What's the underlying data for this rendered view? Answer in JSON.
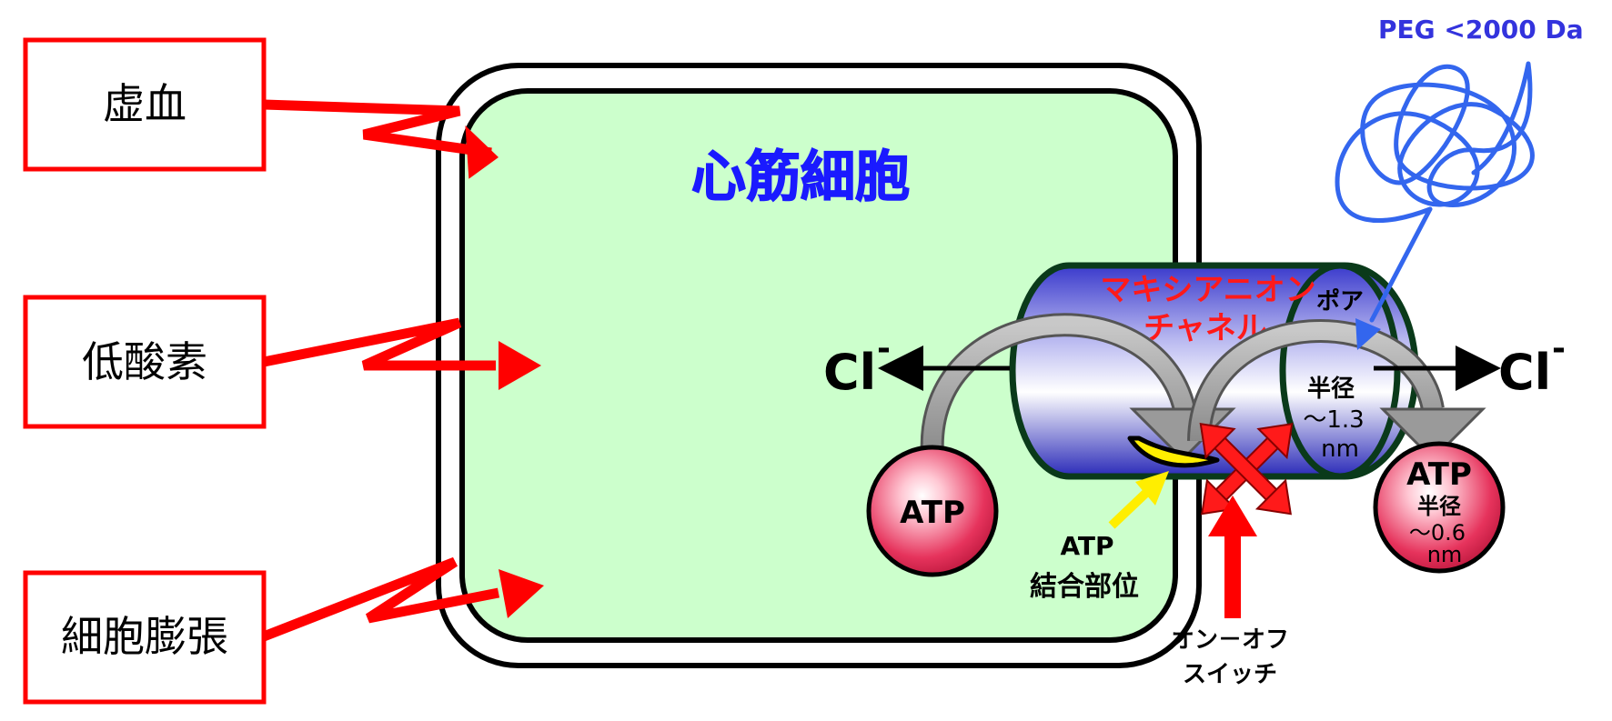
{
  "stimuli": [
    {
      "label": "虚血"
    },
    {
      "label": "低酸素"
    },
    {
      "label": "細胞膨張"
    }
  ],
  "cell": {
    "title": "心筋細胞"
  },
  "channel": {
    "name_line1": "マキシアニオン",
    "name_line2": "チャネル",
    "pore_label": "ポア",
    "pore_radius_label": "半径",
    "pore_radius_value": "～1.3",
    "pore_radius_unit": "nm"
  },
  "ion_left": {
    "symbol": "Cl",
    "charge": "-"
  },
  "ion_right": {
    "symbol": "Cl",
    "charge": "-"
  },
  "atp_inside": {
    "label": "ATP"
  },
  "atp_outside": {
    "label": "ATP",
    "radius_label": "半径",
    "radius_value": "～0.6",
    "radius_unit": "nm"
  },
  "atp_binding_site": {
    "line1": "ATP",
    "line2": "結合部位"
  },
  "switch_label": {
    "line1": "オン－オフ",
    "line2": "スイッチ"
  },
  "peg": {
    "label": "PEG <2000 Da"
  },
  "colors": {
    "stimulus_red": "#ff0000",
    "cell_fill": "#ccffcc",
    "title_blue": "#1a1aff",
    "channel_text_red": "#ff1a1a",
    "peg_blue": "#3366ee",
    "atp_fill": "#e6335c",
    "binding_yellow": "#ffee00"
  }
}
